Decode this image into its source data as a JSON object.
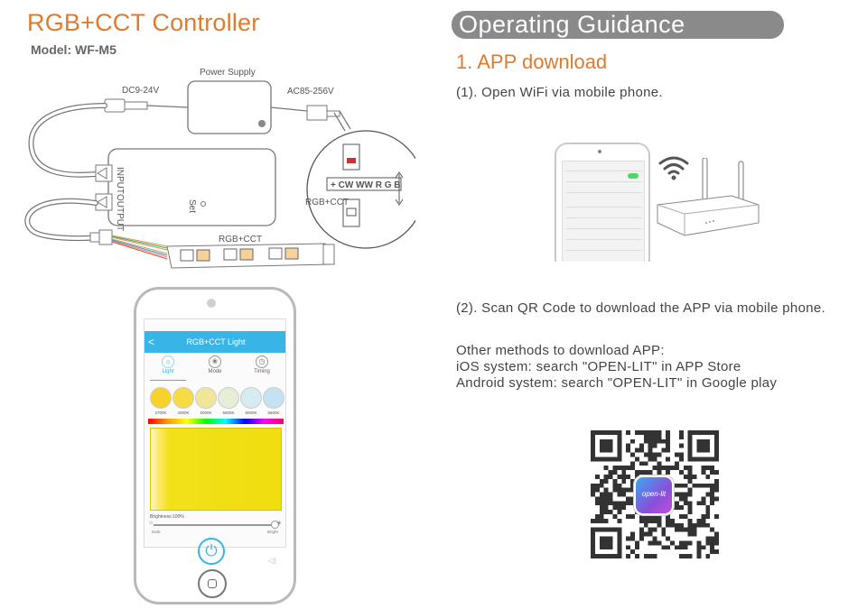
{
  "left": {
    "title": "RGB+CCT Controller",
    "model": "Model: WF-M5"
  },
  "diagram": {
    "power_supply": "Power Supply",
    "dc": "DC9-24V",
    "ac": "AC85-256V",
    "input": "INPUT",
    "output": "OUTPUT",
    "set": "Set",
    "strip_label": "RGB+CCT",
    "connector_pins": "+ CW WW R G B",
    "connector_label": "RGB+CCT"
  },
  "app": {
    "title": "RGB+CCT Light",
    "back": "<",
    "tabs": [
      {
        "label": "Light",
        "icon": "bulb-icon",
        "glyph": "☼"
      },
      {
        "label": "Mode",
        "icon": "mode-icon",
        "glyph": "❀"
      },
      {
        "label": "Timing",
        "icon": "clock-icon",
        "glyph": "◷"
      }
    ],
    "swatches": [
      {
        "label": "2700K",
        "color": "#f7d22b"
      },
      {
        "label": "4000K",
        "color": "#f8da45"
      },
      {
        "label": "5000K",
        "color": "#f1e59a"
      },
      {
        "label": "5500K",
        "color": "#e7eed8"
      },
      {
        "label": "6000K",
        "color": "#d6ecf2"
      },
      {
        "label": "6500K",
        "color": "#c4e2f4"
      }
    ],
    "brightness": "Brightness:100%",
    "dark": "Dark",
    "bright": "Bright",
    "power_glyph": "⏻",
    "accent": "#38b4e6"
  },
  "right": {
    "heading": "Operating Guidance",
    "section": "1. APP download",
    "step1": "(1). Open WiFi via mobile phone.",
    "step2": "(2). Scan QR Code to download the APP via mobile phone.",
    "other_lines": [
      "Other methods to download APP:",
      "iOS system: search \"OPEN-LIT\" in APP Store",
      "Android system: search \"OPEN-LIT\" in Google play"
    ],
    "qr_logo_text": "open-lit"
  }
}
